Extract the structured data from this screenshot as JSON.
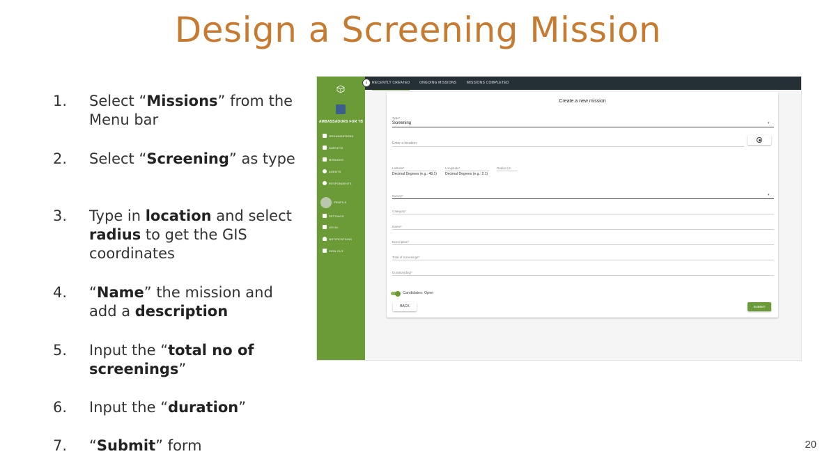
{
  "slide": {
    "title": "Design a Screening Mission",
    "page_number": "20",
    "steps": [
      {
        "num": "1.",
        "parts": [
          {
            "t": "Select “"
          },
          {
            "t": "Missions",
            "b": true
          },
          {
            "t": "” from the Menu bar"
          }
        ]
      },
      {
        "num": "2.",
        "parts": [
          {
            "t": "Select “"
          },
          {
            "t": "Screening",
            "b": true
          },
          {
            "t": "” as type"
          }
        ]
      },
      {
        "num": "3.",
        "parts": [
          {
            "t": "Type in "
          },
          {
            "t": "location",
            "b": true
          },
          {
            "t": " and select "
          },
          {
            "t": "radius",
            "b": true
          },
          {
            "t": " to get the GIS coordinates"
          }
        ]
      },
      {
        "num": "4.",
        "parts": [
          {
            "t": "“"
          },
          {
            "t": "Name",
            "b": true
          },
          {
            "t": "” the mission and add a "
          },
          {
            "t": "description",
            "b": true
          }
        ]
      },
      {
        "num": "5.",
        "parts": [
          {
            "t": "Input the “"
          },
          {
            "t": "total no of screenings",
            "b": true
          },
          {
            "t": "”"
          }
        ]
      },
      {
        "num": "6.",
        "parts": [
          {
            "t": "Input the “"
          },
          {
            "t": "duration",
            "b": true
          },
          {
            "t": "”"
          }
        ]
      },
      {
        "num": "7.",
        "parts": [
          {
            "t": "“"
          },
          {
            "t": "Submit",
            "b": true
          },
          {
            "t": "” form"
          }
        ]
      }
    ]
  },
  "app": {
    "org_name": "AMBASSADORS FOR TB",
    "collapse_glyph": "‹",
    "nav": [
      {
        "label": "ORGANIZATIONS",
        "icon": "building-icon"
      },
      {
        "label": "SURVEYS",
        "icon": "chart-icon"
      },
      {
        "label": "MISSIONS",
        "icon": "check-icon"
      },
      {
        "label": "AGENTS",
        "icon": "person-icon"
      },
      {
        "label": "RESPONDENTS",
        "icon": "people-icon"
      },
      {
        "label": "PROFILE",
        "icon": "profile-icon"
      },
      {
        "label": "SETTINGS",
        "icon": "sliders-icon"
      },
      {
        "label": "LEGAL",
        "icon": "gavel-icon"
      },
      {
        "label": "NOTIFICATIONS",
        "icon": "bell-icon"
      },
      {
        "label": "SIGN OUT",
        "icon": "sign-out-icon"
      }
    ],
    "tabs": [
      "RECENTLY CREATED",
      "ONGOING MISSIONS",
      "MISSIONS COMPLETED"
    ],
    "form": {
      "title": "Create a new mission",
      "type_label": "Type*",
      "type_value": "Screening",
      "location_placeholder": "Enter a location",
      "latitude_label": "Latitude*",
      "latitude_hint": "Decimal Degrees (e.g.: 48.1)",
      "longitude_label": "Longitude*",
      "longitude_hint": "Decimal Degrees (e.g.: 2.1)",
      "radius_label": "Radius (m",
      "survey_label": "Survey*",
      "category_label": "Category*",
      "name_label": "Name*",
      "description_label": "Description*",
      "total_label": "Total of screenings*",
      "duration_label": "Duration(day)*",
      "candidates_label": "Candidates: Open",
      "back_label": "BACK",
      "submit_label": "SUBMIT"
    },
    "colors": {
      "sidebar": "#6b9b37",
      "topbar": "#243036",
      "title": "#c77b30"
    }
  }
}
